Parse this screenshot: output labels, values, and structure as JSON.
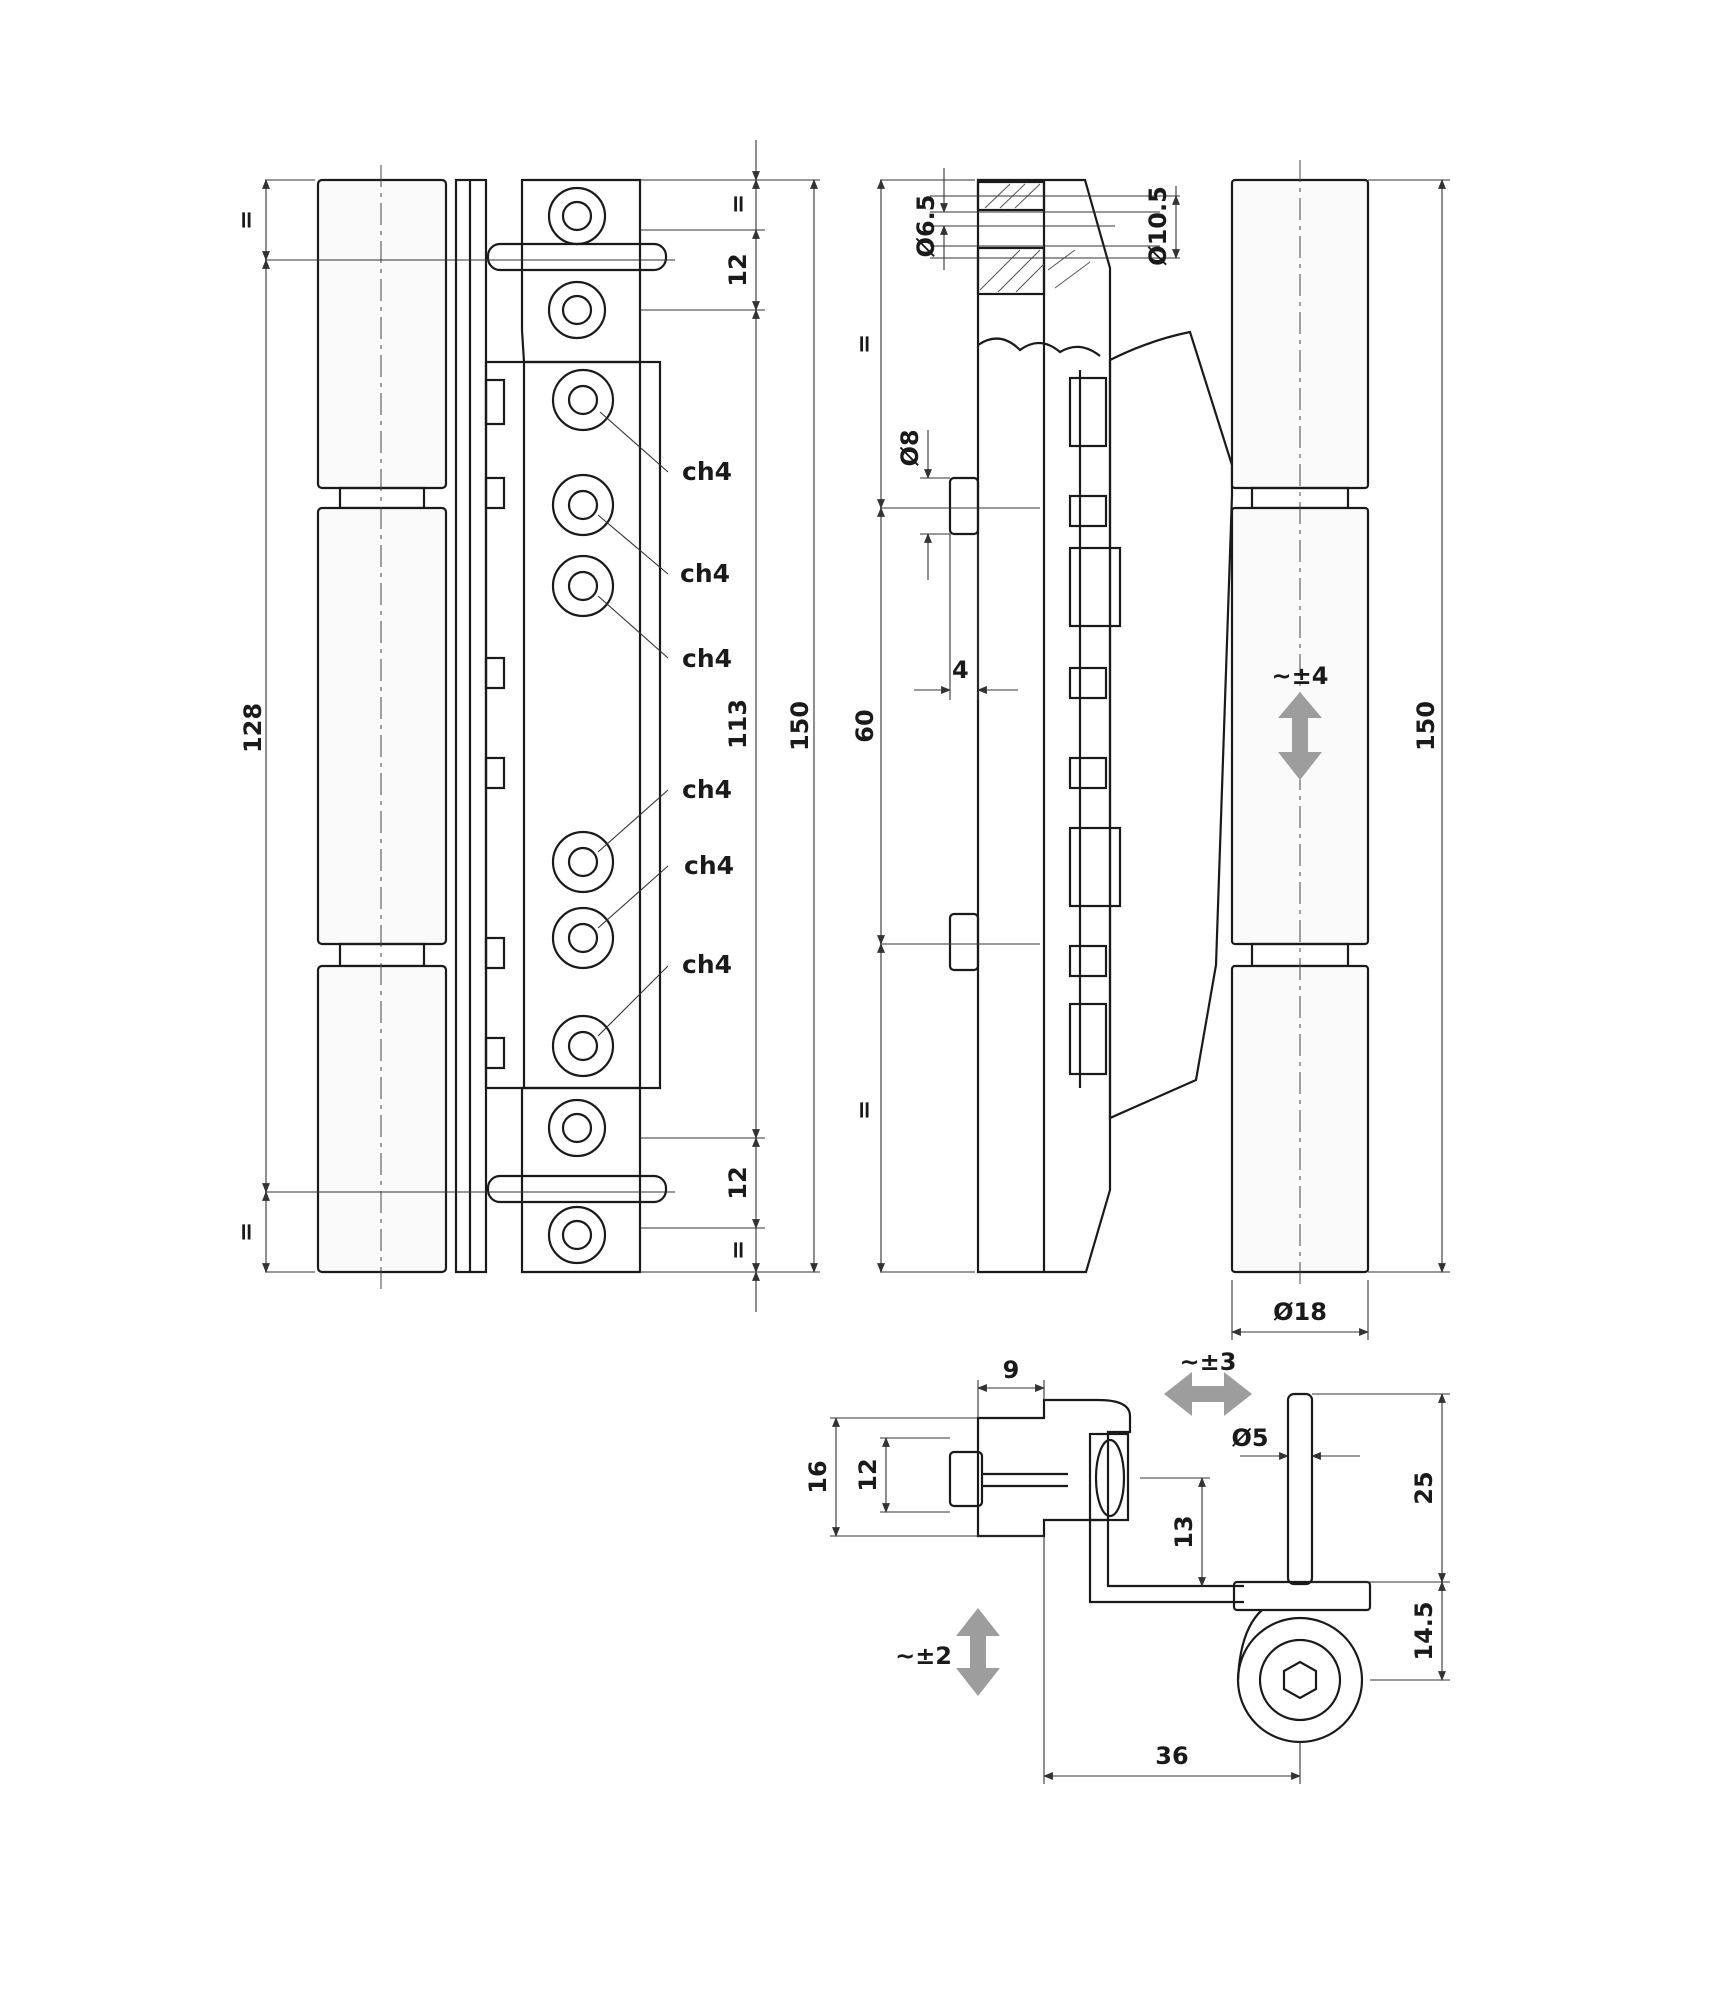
{
  "front_view": {
    "dim_overall_left": "128",
    "dim_mid": "113",
    "dim_overall_right": "150",
    "dim_pin_top": "12",
    "dim_pin_bottom": "12",
    "equal_marks": [
      "=",
      "=",
      "=",
      "="
    ],
    "wrench_labels": [
      "ch4",
      "ch4",
      "ch4",
      "ch4",
      "ch4",
      "ch4"
    ]
  },
  "side_view": {
    "dia_counterbore": "Ø10.5",
    "dia_hole": "Ø6.5",
    "dia_pin": "Ø8",
    "dim_pin_spacing": "60",
    "dim_pin_length": "4",
    "equal_marks": [
      "=",
      "="
    ]
  },
  "barrel_view": {
    "dim_height": "150",
    "dia_barrel": "Ø18",
    "adjust_vertical": "~±4"
  },
  "top_view": {
    "dim_9": "9",
    "dim_16": "16",
    "dim_12": "12",
    "dim_13": "13",
    "dia_pin": "Ø5",
    "dim_25": "25",
    "dim_14_5": "14.5",
    "dim_36": "36",
    "adjust_lateral": "~±3",
    "adjust_depth": "~±2"
  }
}
